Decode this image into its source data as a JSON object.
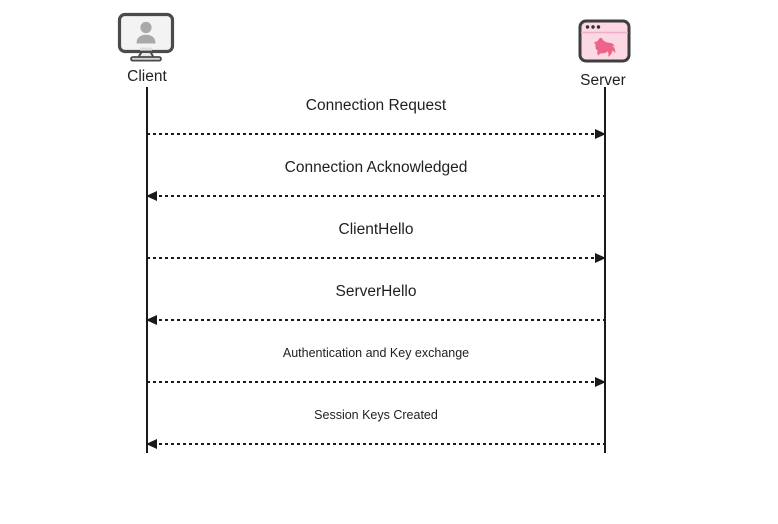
{
  "diagram": {
    "type": "sequence",
    "actors": [
      {
        "id": "client",
        "label": "Client",
        "icon": "monitor-user-icon"
      },
      {
        "id": "server",
        "label": "Server",
        "icon": "nestjs-window-icon"
      }
    ],
    "messages": [
      {
        "text": "Connection Request",
        "from": "client",
        "to": "server",
        "line": "dashed",
        "size": "normal"
      },
      {
        "text": "Connection Acknowledged",
        "from": "server",
        "to": "client",
        "line": "dashed",
        "size": "normal"
      },
      {
        "text": "ClientHello",
        "from": "client",
        "to": "server",
        "line": "dashed",
        "size": "normal"
      },
      {
        "text": "ServerHello",
        "from": "server",
        "to": "client",
        "line": "dashed",
        "size": "normal"
      },
      {
        "text": "Authentication and Key exchange",
        "from": "client",
        "to": "server",
        "line": "dashed",
        "size": "small"
      },
      {
        "text": "Session Keys Created",
        "from": "server",
        "to": "client",
        "line": "dashed",
        "size": "small"
      }
    ],
    "colors": {
      "background": "#ffffff",
      "line": "#1a1a1a",
      "text": "#1f1f1f",
      "monitor_stroke": "#4b4b4b",
      "monitor_screen": "#f3f3f3",
      "person_silhouette": "#a9a9a9",
      "server_window_fill": "#fbd8e4",
      "server_window_stroke": "#3e3e3e",
      "nestjs_logo_pink": "#ec6488"
    }
  }
}
